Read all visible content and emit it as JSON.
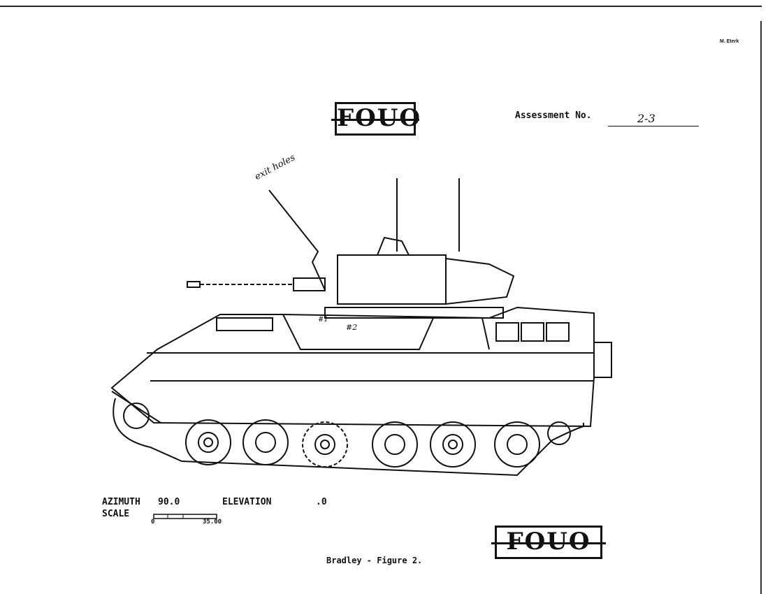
{
  "header": {
    "stamp_top": "FOUO",
    "assessment_label": "Assessment No.",
    "assessment_value": "2-3",
    "corner_mark": "M. Eterk"
  },
  "annotation": {
    "handwritten_note": "exit holes",
    "hole_1": "#1",
    "hole_2": "#2"
  },
  "view_info": {
    "azimuth_label": "AZIMUTH",
    "azimuth_value": "90.0",
    "elevation_label": "ELEVATION",
    "elevation_value": ".0",
    "scale_label": "SCALE",
    "scale_min": "0",
    "scale_max": "35.00"
  },
  "footer": {
    "caption": "Bradley - Figure 2.",
    "stamp_bottom": "FOUO"
  }
}
